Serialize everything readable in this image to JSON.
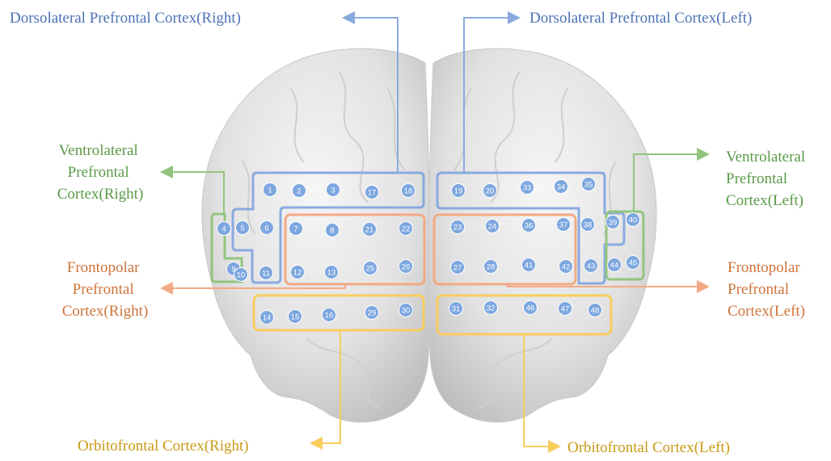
{
  "colors": {
    "dlpfc": "#8aaadf",
    "vlpfc": "#92c47e",
    "fppfc": "#f2aa84",
    "ofc": "#f8cc5e",
    "dlpfc_text": "#4d72b6",
    "vlpfc_text": "#5a9a48",
    "fppfc_text": "#cf743b",
    "ofc_text": "#c99a15",
    "channel_fill": "#7da7df"
  },
  "labels": {
    "dlpfc_right": "Dorsolateral Prefrontal Cortex(Right)",
    "dlpfc_left": "Dorsolateral Prefrontal Cortex(Left)",
    "vlpfc_right": [
      "Ventrolateral",
      "Prefrontal",
      "Cortex(Right)"
    ],
    "vlpfc_left": [
      "Ventrolateral",
      "Prefrontal",
      "Cortex(Left)"
    ],
    "fppfc_right": [
      "Frontopolar",
      "Prefrontal",
      "Cortex(Right)"
    ],
    "fppfc_left": [
      "Frontopolar",
      "Prefrontal",
      "Cortex(Left)"
    ],
    "ofc_right": "Orbitofrontal Cortex(Right)",
    "ofc_left": "Orbitofrontal Cortex(Left)"
  },
  "channels": {
    "right_hemisphere": [
      "1",
      "2",
      "3",
      "17",
      "18",
      "4",
      "5",
      "6",
      "7",
      "8",
      "21",
      "22",
      "9",
      "10",
      "11",
      "12",
      "13",
      "25",
      "26",
      "14",
      "15",
      "16",
      "29",
      "30"
    ],
    "left_hemisphere": [
      "19",
      "20",
      "33",
      "34",
      "35",
      "23",
      "24",
      "36",
      "37",
      "38",
      "39",
      "40",
      "27",
      "28",
      "41",
      "42",
      "43",
      "44",
      "45",
      "31",
      "32",
      "46",
      "47",
      "48"
    ]
  }
}
